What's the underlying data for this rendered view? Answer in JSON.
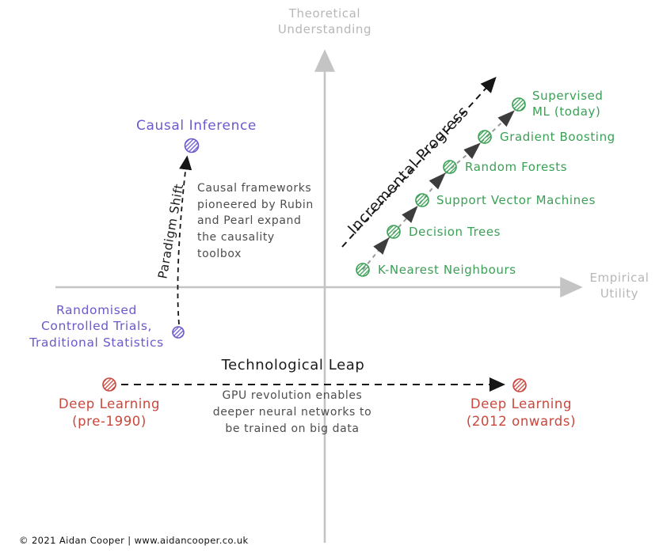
{
  "axes": {
    "y_axis_label": "Theoretical\nUnderstanding",
    "x_axis_label": "Empirical\nUtility"
  },
  "causal": {
    "color": "#6c59cb",
    "top_label": "Causal Inference",
    "bottom_label": "Randomised\nControlled Trials,\nTraditional Statistics",
    "arrow_label": "Paradigm Shift",
    "annotation": "Causal frameworks\npioneered by Rubin\nand Pearl expand\nthe causality\ntoolbox"
  },
  "ml_progress": {
    "color": "#3aa055",
    "arrow_label": "Incremental Progress",
    "items": [
      {
        "label": "K-Nearest Neighbours"
      },
      {
        "label": "Decision Trees"
      },
      {
        "label": "Support Vector Machines"
      },
      {
        "label": "Random Forests"
      },
      {
        "label": "Gradient Boosting"
      },
      {
        "label": "Supervised\nML (today)"
      }
    ]
  },
  "deep_learning": {
    "color": "#c9473c",
    "left_label": "Deep Learning\n(pre-1990)",
    "right_label": "Deep Learning\n(2012 onwards)",
    "arrow_label": "Technological Leap",
    "annotation": "GPU revolution enables\ndeeper neural networks to\nbe trained on big data"
  },
  "footer": "© 2021 Aidan Cooper | www.aidancooper.co.uk"
}
